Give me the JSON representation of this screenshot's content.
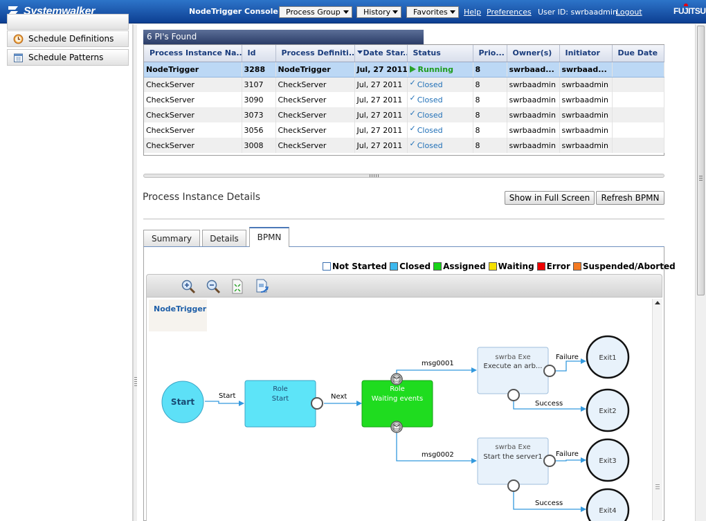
{
  "header": {
    "brand": "Systemwalker",
    "console_title": "NodeTrigger Console",
    "menus": [
      "Process Group",
      "History",
      "Favorites"
    ],
    "links": [
      "Help",
      "Preferences"
    ],
    "user_id": "User ID: swrbaadmin",
    "logout": "Logout",
    "vendor": "FUJITSU"
  },
  "sidebar": {
    "items": [
      {
        "label": "Schedule Definitions",
        "icon": "clock-icon"
      },
      {
        "label": "Schedule Patterns",
        "icon": "calendar-icon"
      }
    ]
  },
  "pi_list": {
    "header": "6 PI's Found",
    "columns": [
      "Process Instance Na...",
      "Id",
      "Process Definiti...",
      "Date Star...",
      "Status",
      "Prio...",
      "Owner(s)",
      "Initiator",
      "Due Date"
    ],
    "rows": [
      {
        "name": "NodeTrigger",
        "id": "3288",
        "definition": "NodeTrigger",
        "date": "Jul, 27 2011",
        "status": "Running",
        "priority": "8",
        "owner": "swrbaad...",
        "initiator": "swrbaad...",
        "due": ""
      },
      {
        "name": "CheckServer",
        "id": "3107",
        "definition": "CheckServer",
        "date": "Jul, 27 2011",
        "status": "Closed",
        "priority": "8",
        "owner": "swrbaadmin",
        "initiator": "swrbaadmin",
        "due": ""
      },
      {
        "name": "CheckServer",
        "id": "3090",
        "definition": "CheckServer",
        "date": "Jul, 27 2011",
        "status": "Closed",
        "priority": "8",
        "owner": "swrbaadmin",
        "initiator": "swrbaadmin",
        "due": ""
      },
      {
        "name": "CheckServer",
        "id": "3073",
        "definition": "CheckServer",
        "date": "Jul, 27 2011",
        "status": "Closed",
        "priority": "8",
        "owner": "swrbaadmin",
        "initiator": "swrbaadmin",
        "due": ""
      },
      {
        "name": "CheckServer",
        "id": "3056",
        "definition": "CheckServer",
        "date": "Jul, 27 2011",
        "status": "Closed",
        "priority": "8",
        "owner": "swrbaadmin",
        "initiator": "swrbaadmin",
        "due": ""
      },
      {
        "name": "CheckServer",
        "id": "3008",
        "definition": "CheckServer",
        "date": "Jul, 27 2011",
        "status": "Closed",
        "priority": "8",
        "owner": "swrbaadmin",
        "initiator": "swrbaadmin",
        "due": ""
      }
    ]
  },
  "details": {
    "title": "Process Instance Details",
    "buttons": {
      "full_screen": "Show in Full Screen",
      "refresh": "Refresh BPMN"
    },
    "tabs": [
      "Summary",
      "Details",
      "BPMN"
    ],
    "active_tab": "BPMN"
  },
  "legend": [
    {
      "label": "Not Started",
      "color": "#ffffff"
    },
    {
      "label": "Closed",
      "color": "#3db8ee"
    },
    {
      "label": "Assigned",
      "color": "#18d418"
    },
    {
      "label": "Waiting",
      "color": "#f5e000"
    },
    {
      "label": "Error",
      "color": "#ee0000"
    },
    {
      "label": "Suspended/Aborted",
      "color": "#f47a22"
    }
  ],
  "bpmn": {
    "toolbar": [
      "zoom-in-icon",
      "zoom-out-icon",
      "fit-to-window-icon",
      "export-icon"
    ],
    "pool": "NodeTrigger",
    "nodes": {
      "start": "Start",
      "role_start": [
        "Role",
        "Start"
      ],
      "role_wait": [
        "Role",
        "Waiting events"
      ],
      "exe1": [
        "swrba  Exe",
        "Execute an arb..."
      ],
      "exe2": [
        "swrba  Exe",
        "Start the server1"
      ],
      "exits": [
        "Exit1",
        "Exit2",
        "Exit3",
        "Exit4"
      ]
    },
    "edges": {
      "start": "Start",
      "next": "Next",
      "msg1": "msg0001",
      "msg2": "msg0002",
      "failure1": "Failure",
      "success1": "Success",
      "failure2": "Failure",
      "success2": "Success"
    }
  }
}
